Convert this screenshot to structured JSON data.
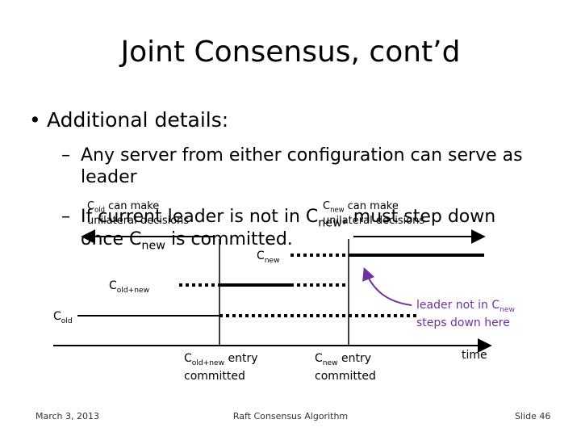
{
  "slide": {
    "title": "Joint Consensus, cont’d",
    "bullet1": "Additional details:",
    "sub1_line1": "Any server from either configuration can serve as",
    "sub1_line2": "leader",
    "sub2_line1_a": "If current leader is not in C",
    "sub2_line1_sub": "new",
    "sub2_line1_b": ", must step down",
    "sub2_line2_a": "once C",
    "sub2_line2_sub": "new",
    "sub2_line2_b": " is committed."
  },
  "diagram": {
    "cold_label": "C",
    "cold_label_sub": "old",
    "coldnew_label": "C",
    "coldnew_label_sub": "old+new",
    "cnew_label": "C",
    "cnew_label_sub": "new",
    "cold_can_make_c": "C",
    "cold_can_make_sub": "old",
    "cold_can_make_rest": " can make",
    "cold_unilateral": "unilateral decisions",
    "cnew_can_make_c": "C",
    "cnew_can_make_sub": "new",
    "cnew_can_make_rest": " can make",
    "cnew_unilateral": "unilateral decisions",
    "coldnew_entry_c": "C",
    "coldnew_entry_sub": "old+new",
    "coldnew_entry_rest": " entry",
    "coldnew_entry_line2": "committed",
    "cnew_entry_c": "C",
    "cnew_entry_sub": "new",
    "cnew_entry_rest": " entry",
    "cnew_entry_line2": "committed",
    "time_label": "time",
    "leader_note_a": "leader not in C",
    "leader_note_sub": "new",
    "leader_note_line2": "steps down here",
    "annotation_color": "#7030a0"
  },
  "footer": {
    "date": "March 3, 2013",
    "center": "Raft Consensus Algorithm",
    "slide_number": "Slide 46"
  }
}
